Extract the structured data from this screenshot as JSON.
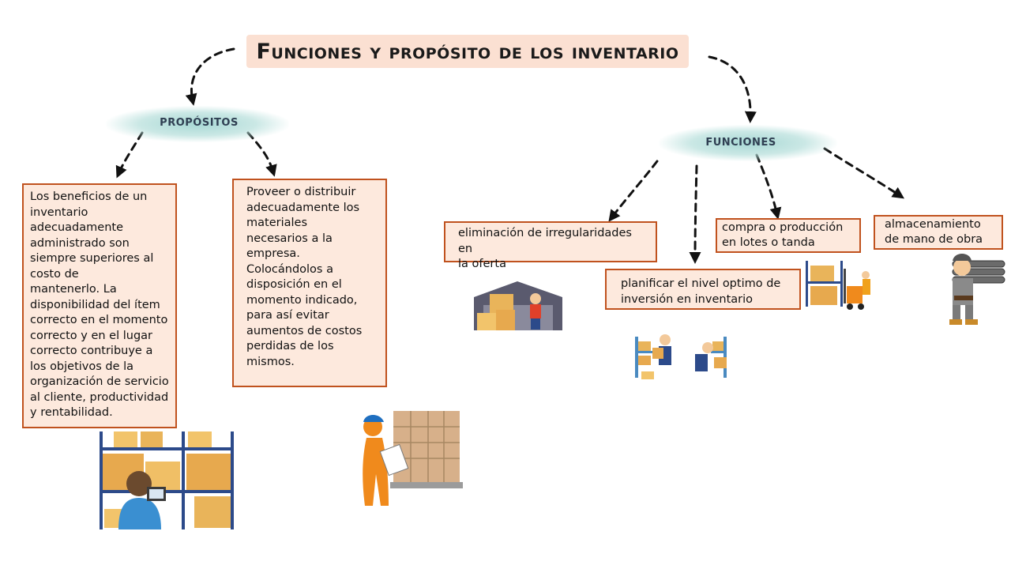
{
  "title": "Funciones y propósito de los inventario",
  "propositos": {
    "label": "propósitos",
    "items": [
      "Los beneficios de un\ninventario\nadecuadamente\nadministrado son\nsiempre superiores al\ncosto de\nmantenerlo.  La\ndisponibilidad del ítem\ncorrecto en el momento\ncorrecto y en el lugar\ncorrecto contribuye a\nlos objetivos de la\norganización de servicio\nal cliente, productividad\ny rentabilidad.",
      "Proveer o distribuir\nadecuadamente los\nmateriales\nnecesarios a la\nempresa.\nColocándolos a\ndisposición en el\nmomento indicado,\npara así evitar\naumentos de costos\nperdidas de los\nmismos."
    ]
  },
  "funciones": {
    "label": "funciones",
    "items": [
      "eliminación de irregularidades en\nla oferta",
      "planificar el nivel optimo de\ninversión en inventario",
      "compra o producción\nen lotes o tanda",
      "almacenamiento\nde mano de obra"
    ]
  },
  "colors": {
    "box_fill": "#fde9dd",
    "box_border": "#c0521e",
    "title_fill": "#fbe0d2",
    "brush": "#a3d6d2",
    "label_text": "#2f3f52"
  },
  "illustrations": [
    "warehouse-worker-shelves-illustration",
    "worker-clipboard-pallet-illustration",
    "warehouse-building-illustration",
    "warehouse-workers-boxes-illustration",
    "forklift-shelves-illustration",
    "worker-carrying-pipes-illustration"
  ]
}
